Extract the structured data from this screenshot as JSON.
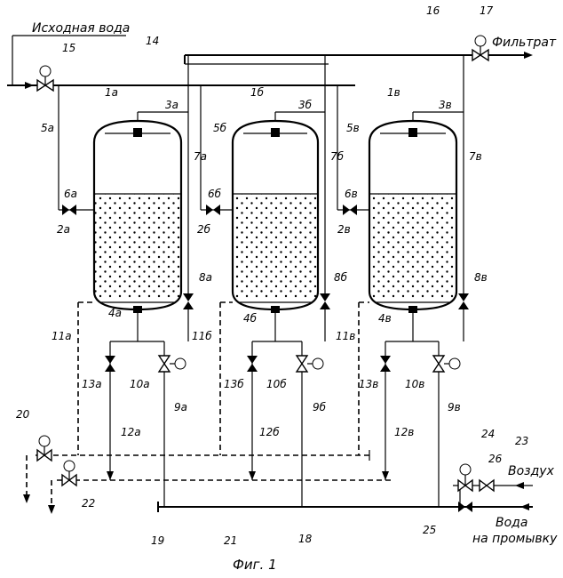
{
  "labels": {
    "inlet": "Исходная вода",
    "filtrate": "Фильтрат",
    "air": "Воздух",
    "wash_water_1": "Вода",
    "wash_water_2": "на промывку",
    "caption": "Фиг. 1",
    "n14": "14",
    "n15": "15",
    "n16": "16",
    "n17": "17",
    "n18": "18",
    "n19": "19",
    "n20": "20",
    "n21": "21",
    "n22": "22",
    "n23": "23",
    "n24": "24",
    "n25": "25",
    "n26": "26",
    "t1": "1а",
    "t2": "1б",
    "t3": "1в",
    "b1": "2а",
    "b2": "2б",
    "b3": "2в",
    "d1": "3а",
    "d2": "3б",
    "d3": "3в",
    "bd1": "4а",
    "bd2": "4б",
    "bd3": "4в",
    "p5_1": "5а",
    "p5_2": "5б",
    "p5_3": "5в",
    "v6_1": "6а",
    "v6_2": "6б",
    "v6_3": "6в",
    "p7_1": "7а",
    "p7_2": "7б",
    "p7_3": "7в",
    "v8_1": "8а",
    "v8_2": "8б",
    "v8_3": "8в",
    "p9_1": "9а",
    "p9_2": "9б",
    "p9_3": "9в",
    "v10_1": "10а",
    "v10_2": "10б",
    "v10_3": "10в",
    "p11_1": "11а",
    "p11_2": "11б",
    "p11_3": "11в",
    "p12_1": "12а",
    "p12_2": "12б",
    "p12_3": "12в",
    "v13_1": "13а",
    "v13_2": "13б",
    "v13_3": "13в"
  }
}
